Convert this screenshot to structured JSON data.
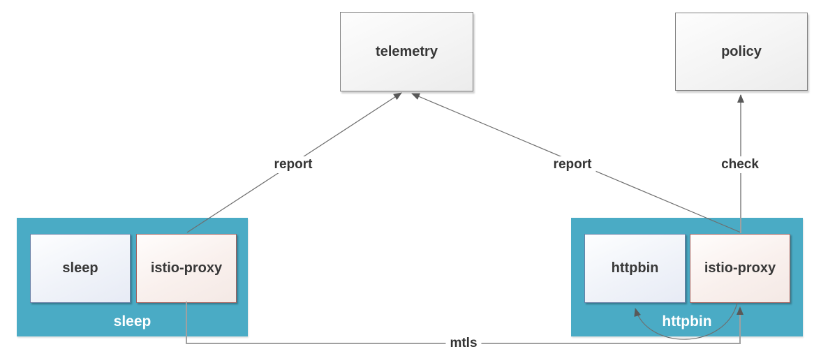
{
  "nodes": {
    "telemetry": "telemetry",
    "policy": "policy"
  },
  "pods": [
    {
      "name": "sleep",
      "containers": [
        "sleep",
        "istio-proxy"
      ]
    },
    {
      "name": "httpbin",
      "containers": [
        "httpbin",
        "istio-proxy"
      ]
    }
  ],
  "edges": {
    "report_left": "report",
    "report_right": "report",
    "check": "check",
    "mtls": "mtls"
  },
  "colors": {
    "pod_fill": "#4aabc5",
    "app_container_border": "#6880a6",
    "proxy_container_border": "#a2615e",
    "top_node_border": "#7f7f7f",
    "edge_line_dark": "#6e6e6e",
    "edge_line_light": "#a0a0a0",
    "arrowhead": "#595959",
    "pod_label_text": "#ffffff",
    "label_text": "#333333"
  }
}
